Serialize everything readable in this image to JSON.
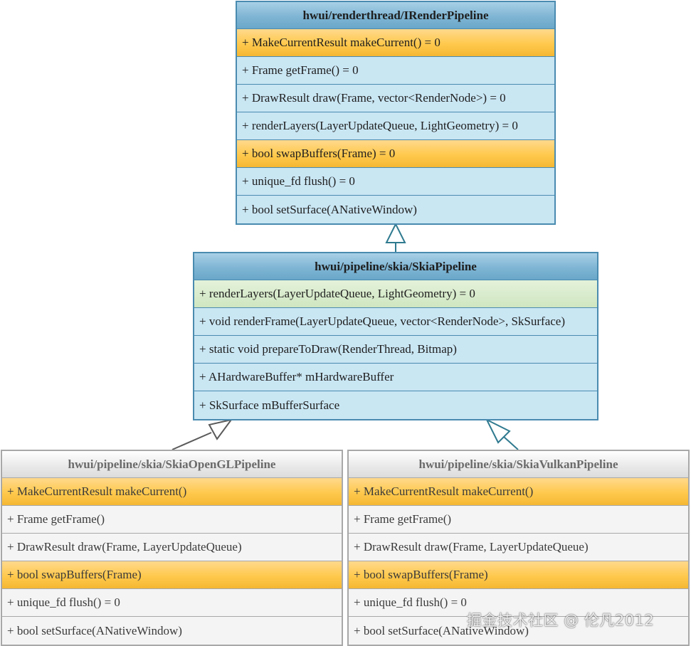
{
  "classes": {
    "irender": {
      "title": "hwui/renderthread/IRenderPipeline",
      "rows": [
        {
          "text": "+ MakeCurrentResult makeCurrent() = 0",
          "highlight": "orange"
        },
        {
          "text": "+ Frame getFrame() = 0",
          "highlight": "none"
        },
        {
          "text": "+ DrawResult draw(Frame, vector<RenderNode>) = 0",
          "highlight": "none"
        },
        {
          "text": "+ renderLayers(LayerUpdateQueue, LightGeometry) = 0",
          "highlight": "none"
        },
        {
          "text": "+ bool swapBuffers(Frame) = 0",
          "highlight": "orange"
        },
        {
          "text": "+ unique_fd flush() = 0",
          "highlight": "none"
        },
        {
          "text": "+ bool setSurface(ANativeWindow)",
          "highlight": "none"
        }
      ]
    },
    "skia": {
      "title": "hwui/pipeline/skia/SkiaPipeline",
      "rows": [
        {
          "text": "+ renderLayers(LayerUpdateQueue, LightGeometry) = 0",
          "highlight": "green"
        },
        {
          "text": "+ void renderFrame(LayerUpdateQueue, vector<RenderNode>, SkSurface)",
          "highlight": "none"
        },
        {
          "text": "+ static void prepareToDraw(RenderThread, Bitmap)",
          "highlight": "none"
        },
        {
          "text": "+ AHardwareBuffer* mHardwareBuffer",
          "highlight": "none"
        },
        {
          "text": "+ SkSurface mBufferSurface",
          "highlight": "none"
        }
      ]
    },
    "opengl": {
      "title": "hwui/pipeline/skia/SkiaOpenGLPipeline",
      "rows": [
        {
          "text": "+ MakeCurrentResult makeCurrent()",
          "highlight": "orange"
        },
        {
          "text": "+ Frame getFrame()",
          "highlight": "none"
        },
        {
          "text": "+ DrawResult draw(Frame, LayerUpdateQueue)",
          "highlight": "none"
        },
        {
          "text": "+ bool swapBuffers(Frame)",
          "highlight": "orange"
        },
        {
          "text": "+ unique_fd flush() = 0",
          "highlight": "none"
        },
        {
          "text": "+ bool setSurface(ANativeWindow)",
          "highlight": "none"
        }
      ]
    },
    "vulkan": {
      "title": "hwui/pipeline/skia/SkiaVulkanPipeline",
      "rows": [
        {
          "text": "+ MakeCurrentResult makeCurrent()",
          "highlight": "orange"
        },
        {
          "text": "+ Frame getFrame()",
          "highlight": "none"
        },
        {
          "text": "+ DrawResult draw(Frame, LayerUpdateQueue)",
          "highlight": "none"
        },
        {
          "text": "+ bool swapBuffers(Frame)",
          "highlight": "orange"
        },
        {
          "text": "+ unique_fd flush() = 0",
          "highlight": "none"
        },
        {
          "text": "+ bool setSurface(ANativeWindow)",
          "highlight": "none"
        }
      ]
    }
  },
  "relations": [
    {
      "from": "skia",
      "to": "irender",
      "kind": "inheritance"
    },
    {
      "from": "opengl",
      "to": "skia",
      "kind": "inheritance"
    },
    {
      "from": "vulkan",
      "to": "skia",
      "kind": "inheritance"
    }
  ],
  "colors": {
    "class_border": "#4a8bb0",
    "class_body": "#c9e6f3",
    "gray_border": "#a8a8a8",
    "gray_body": "#f4f4f4",
    "highlight_orange": "#ffc94d",
    "highlight_green": "#cfe6c1",
    "arrow_teal": "#2f7a8f",
    "arrow_gray": "#6a6a6a"
  },
  "watermark": "掘金技术社区 @ 伦凡2012"
}
